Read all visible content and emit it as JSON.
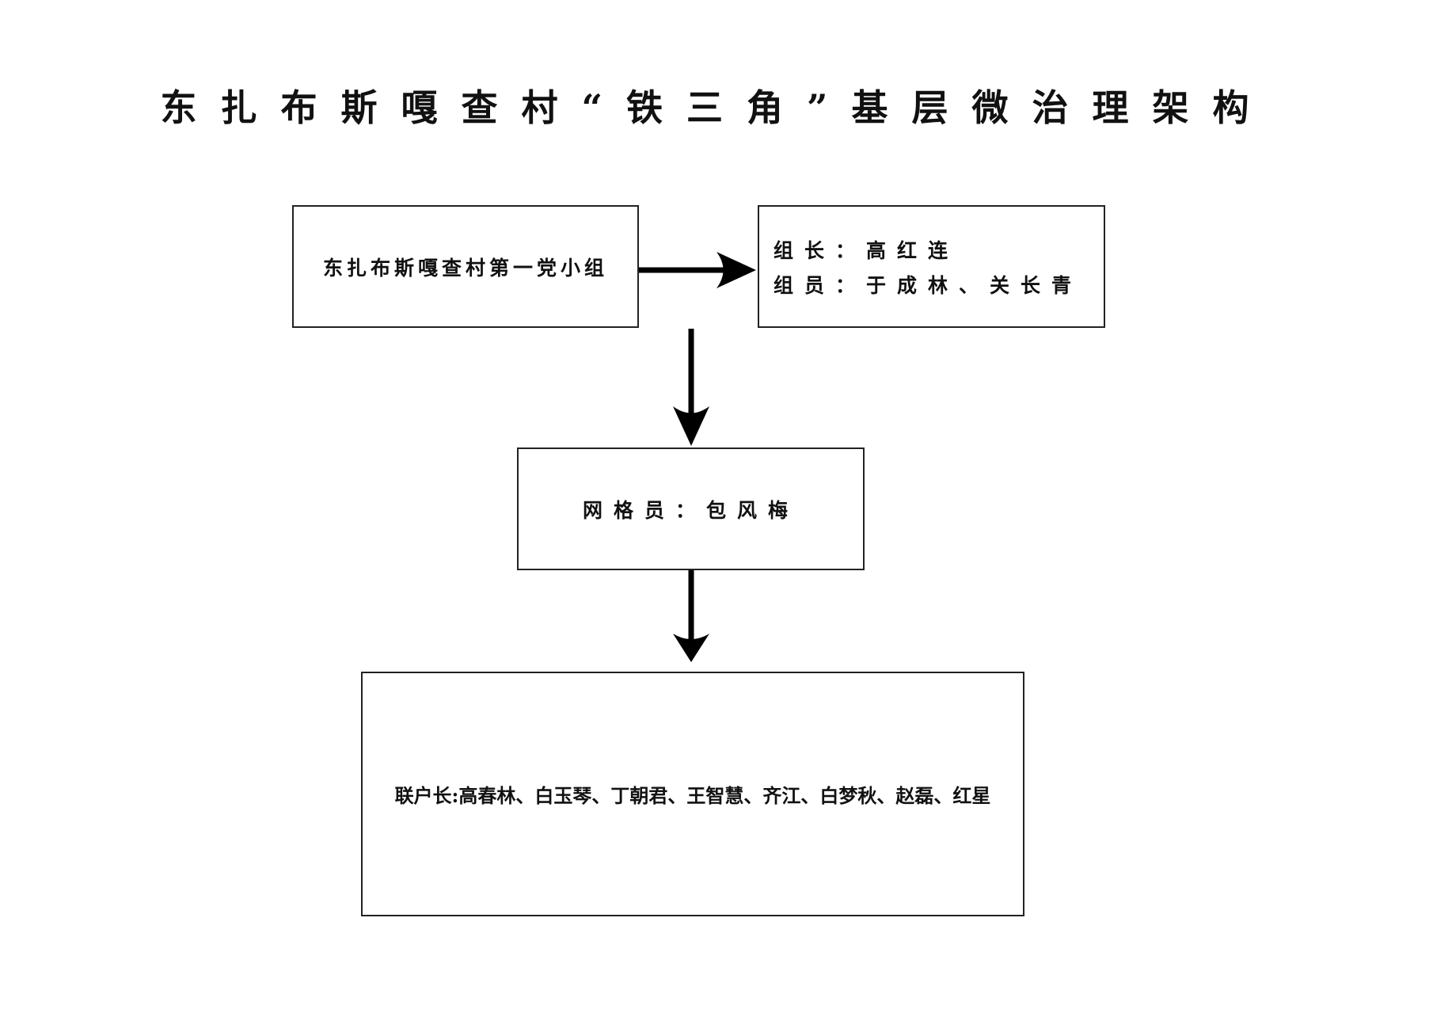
{
  "title": "东扎布斯嘎查村“铁三角”基层微治理架构",
  "nodes": {
    "party_group": {
      "label": "东扎布斯嘎查村第一党小组"
    },
    "members": {
      "leader_line": "组长：高红连",
      "members_line": "组员：于成林、关长青"
    },
    "grid_worker": {
      "label": "网格员：包风梅"
    },
    "household_heads": {
      "label": "联户长:高春林、白玉琴、丁朝君、王智慧、齐江、白梦秋、赵磊、红星"
    }
  },
  "edges": [
    {
      "from": "party_group",
      "to": "members",
      "direction": "right"
    },
    {
      "from": "party_group",
      "to": "grid_worker",
      "direction": "down"
    },
    {
      "from": "grid_worker",
      "to": "household_heads",
      "direction": "down"
    }
  ]
}
